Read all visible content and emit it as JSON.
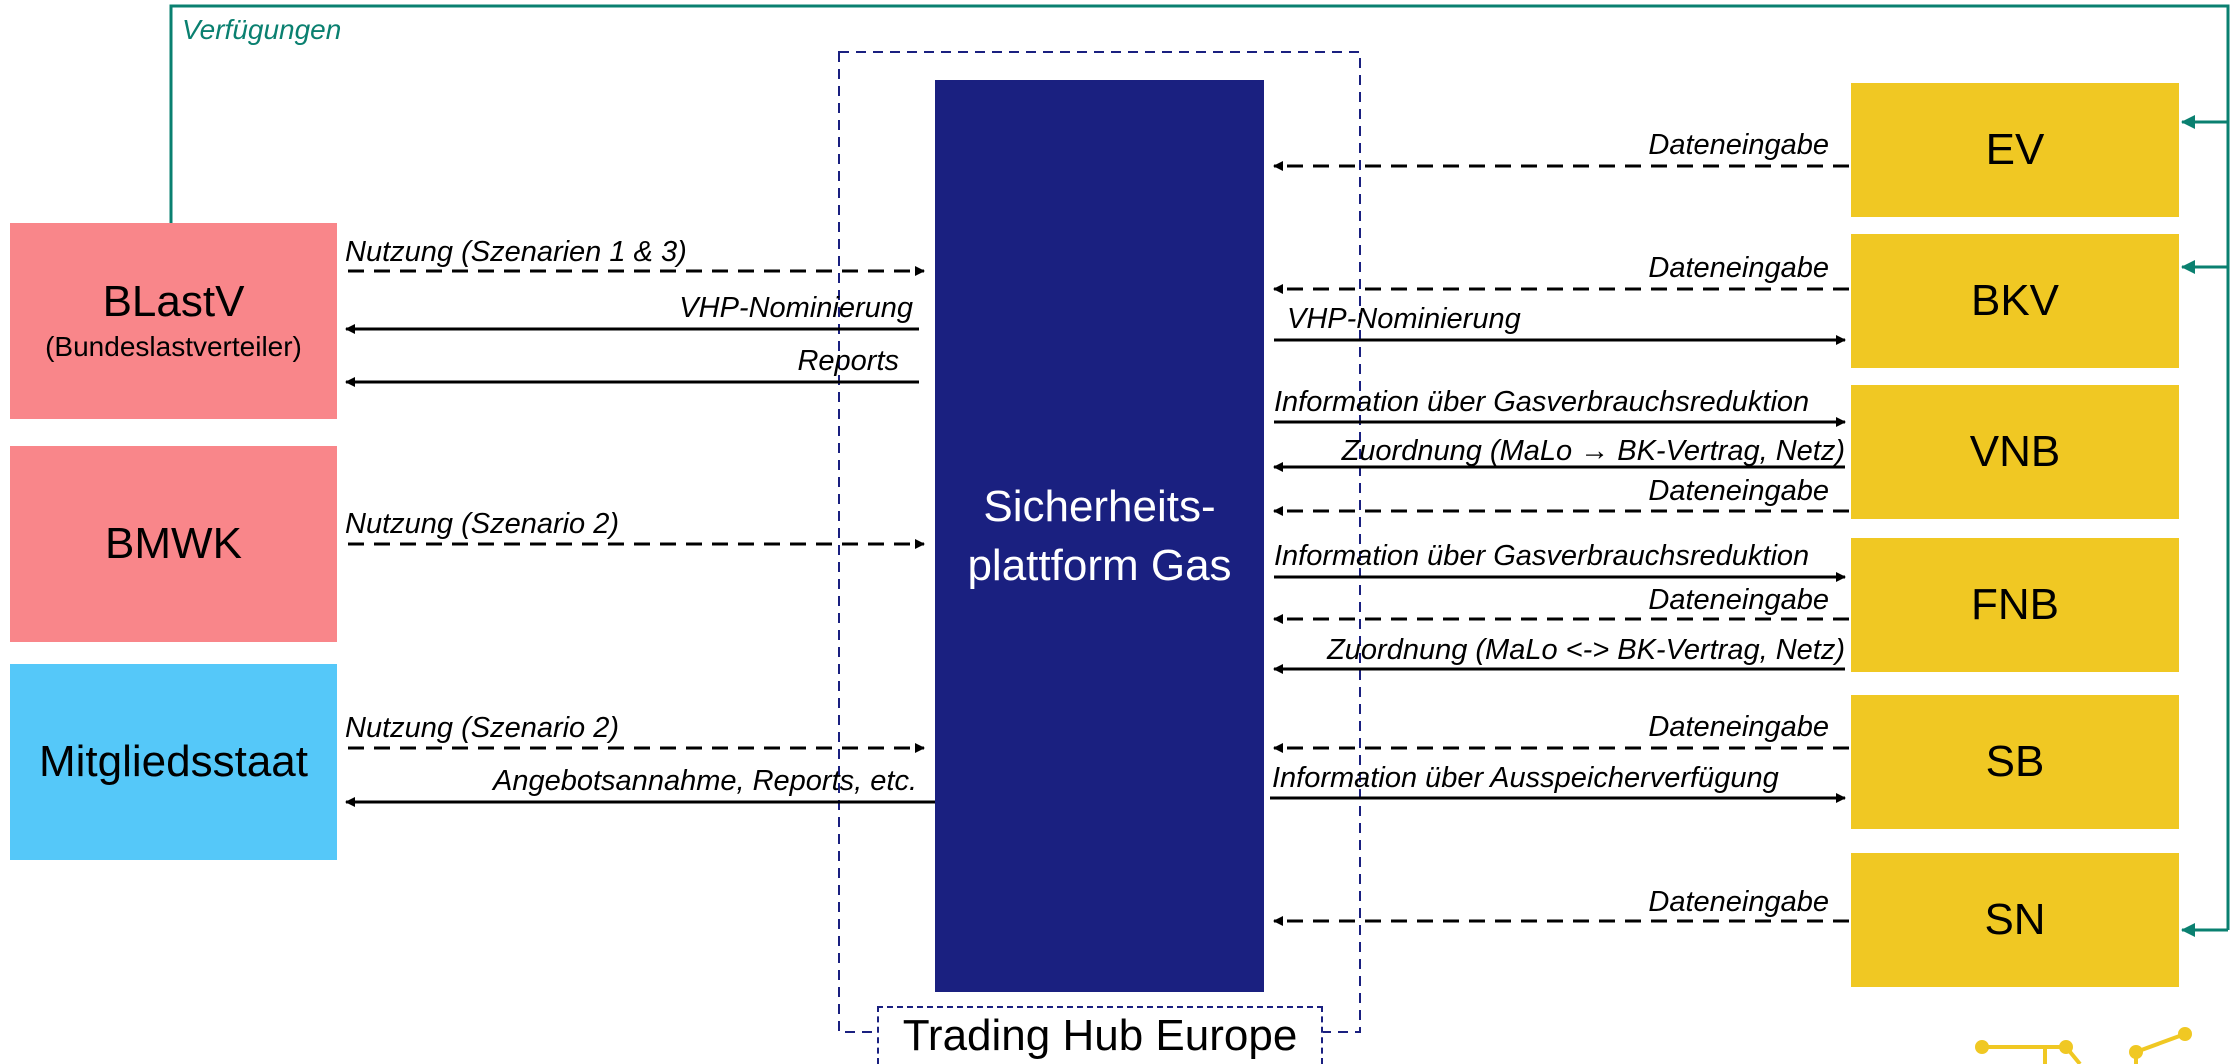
{
  "top_label": "Verfügungen",
  "left_boxes": {
    "blastv": {
      "title": "BLastV",
      "subtitle": "(Bundeslastverteiler)"
    },
    "bmwk": {
      "title": "BMWK"
    },
    "mitgliedsstaat": {
      "title": "Mitgliedsstaat"
    }
  },
  "center": {
    "line1": "Sicherheits-",
    "line2": "plattform Gas",
    "operator": "Trading Hub Europe"
  },
  "right_boxes": {
    "ev": "EV",
    "bkv": "BKV",
    "vnb": "VNB",
    "fnb": "FNB",
    "sb": "SB",
    "sn": "SN"
  },
  "left_flows": {
    "blastv_usage": "Nutzung (Szenarien 1 & 3)",
    "blastv_vhp": "VHP-Nominierung",
    "blastv_reports": "Reports",
    "bmwk_usage": "Nutzung (Szenario 2)",
    "ms_usage": "Nutzung (Szenario 2)",
    "ms_offers": "Angebotsannahme, Reports, etc."
  },
  "right_flows": {
    "ev_data": "Dateneingabe",
    "bkv_data": "Dateneingabe",
    "bkv_vhp": "VHP-Nominierung",
    "vnb_info": "Information über Gasverbrauchsreduktion",
    "vnb_assign": "Zuordnung (MaLo → BK-Vertrag, Netz)",
    "vnb_data": "Dateneingabe",
    "fnb_info": "Information über Gasverbrauchsreduktion",
    "fnb_data": "Dateneingabe",
    "fnb_assign": "Zuordnung (MaLo <-> BK-Vertrag, Netz)",
    "sb_data": "Dateneingabe",
    "sb_info": "Information über Ausspeicherverfügung",
    "sn_data": "Dateneingabe"
  },
  "colors": {
    "pink": "#f9868a",
    "light_blue": "#55c8f9",
    "navy": "#1a2080",
    "yellow": "#f0c823",
    "teal": "#0a8070"
  }
}
